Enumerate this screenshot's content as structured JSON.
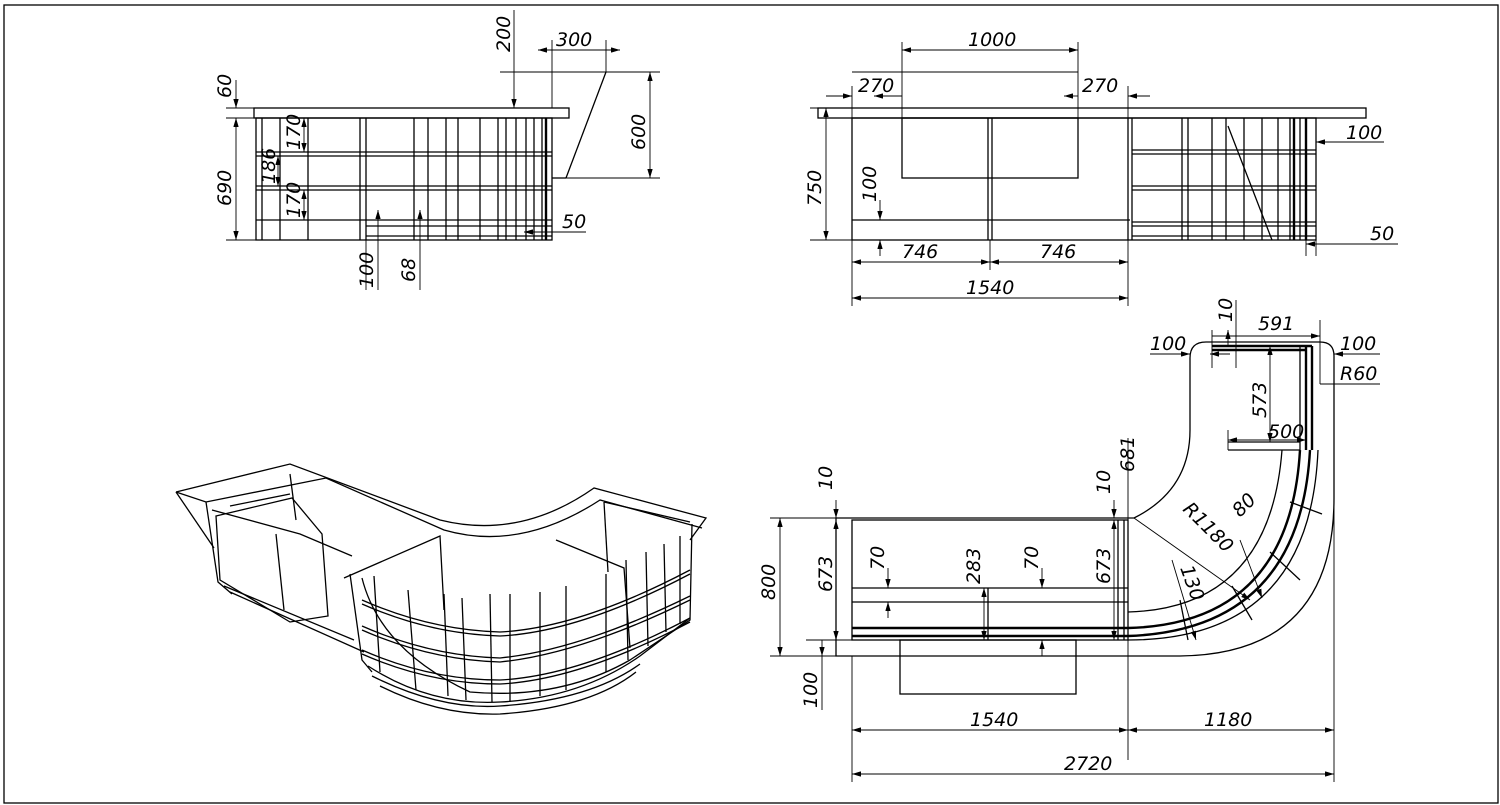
{
  "drawing": {
    "side_view": {
      "dims": {
        "d60": "60",
        "d690": "690",
        "d170a": "170",
        "d186": "186",
        "d170b": "170",
        "d200": "200",
        "d300": "300",
        "d600": "600",
        "d50": "50",
        "d100": "100",
        "d68": "68"
      }
    },
    "front_view": {
      "dims": {
        "d1000": "1000",
        "d270a": "270",
        "d270b": "270",
        "d750": "750",
        "d100a": "100",
        "d100b": "100",
        "d746a": "746",
        "d746b": "746",
        "d1540": "1540",
        "d50": "50"
      }
    },
    "plan_view": {
      "dims": {
        "d10a": "10",
        "d591": "591",
        "d100a": "100",
        "d100b": "100",
        "dR60": "R60",
        "d573": "573",
        "d500": "500",
        "d681": "681",
        "d10b": "10",
        "d10c": "10",
        "dR1180": "R1180",
        "d80": "80",
        "d130": "130",
        "d800": "800",
        "d673a": "673",
        "d673b": "673",
        "d70a": "70",
        "d283": "283",
        "d70b": "70",
        "d100c": "100",
        "d1540": "1540",
        "d1180": "1180",
        "d2720": "2720"
      }
    }
  }
}
